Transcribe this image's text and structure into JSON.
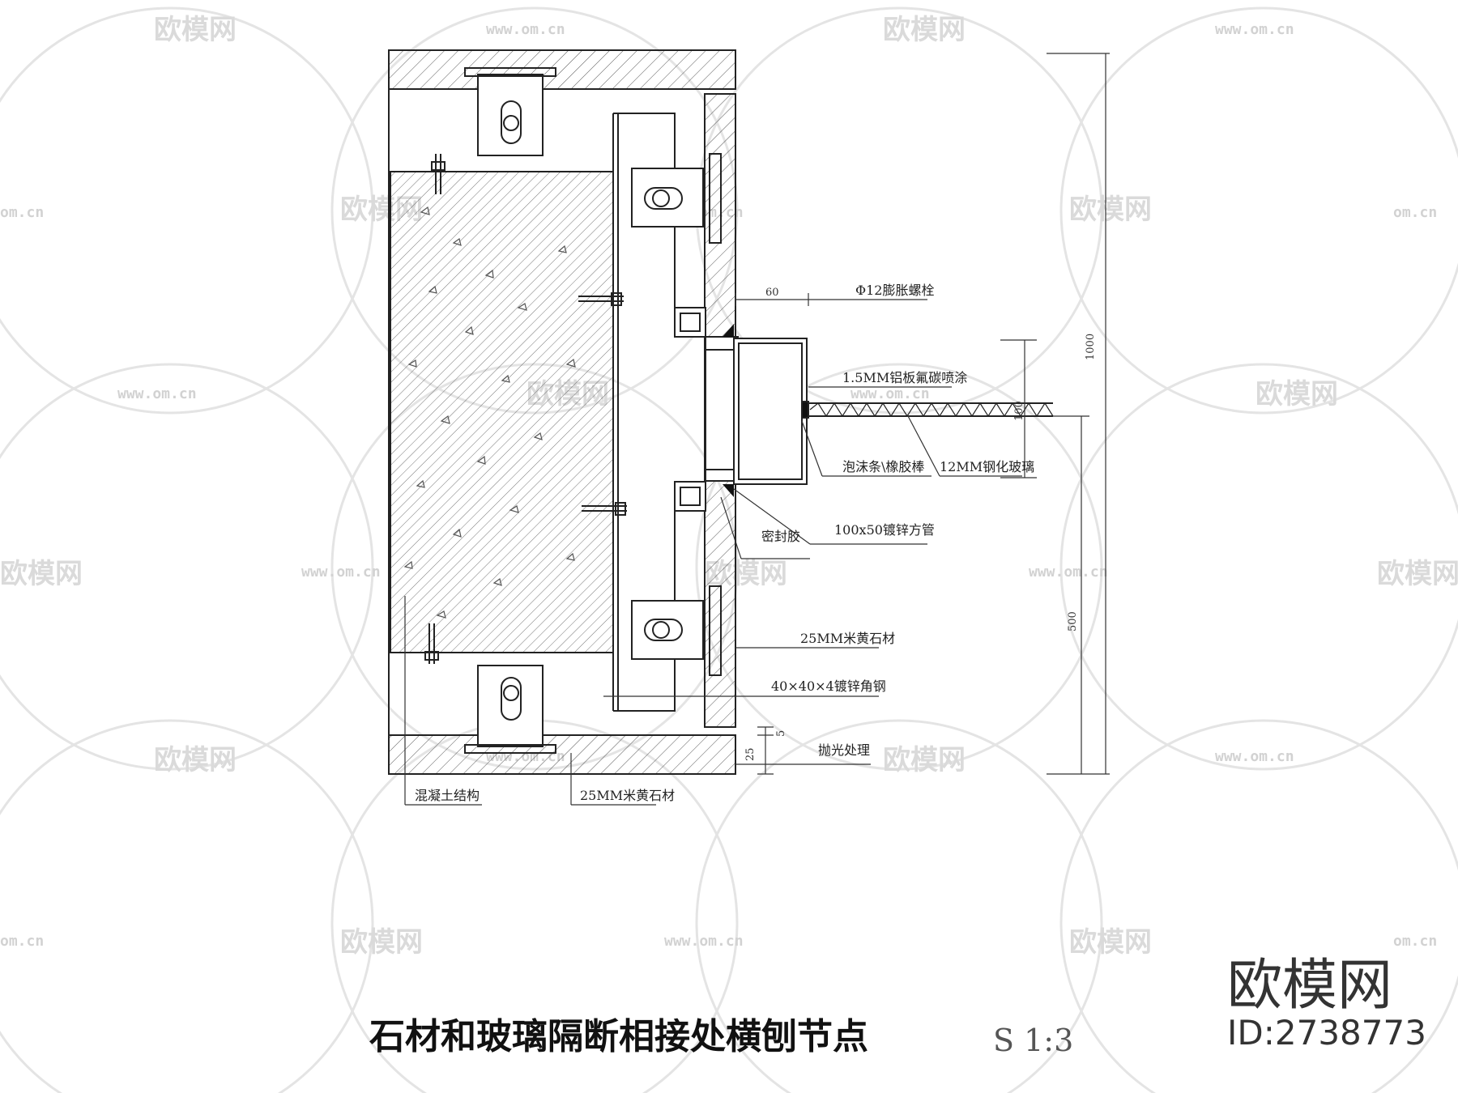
{
  "title": "石材和玻璃隔断相接处横刨节点",
  "scale": "S 1:3",
  "brand": {
    "name": "欧模网",
    "id": "ID:2738773"
  },
  "watermark": {
    "logo_text": "欧模网",
    "url_text": "www.om.cn",
    "url_short": "om.cn"
  },
  "callouts": {
    "bolt": "Φ12膨胀螺栓",
    "aluminum_panel": "1.5MM铝板氟碳喷涂",
    "foam_strip": "泡沫条\\橡胶棒",
    "tempered_glass": "12MM钢化玻璃",
    "sealant": "密封胶",
    "square_tube": "100x50镀锌方管",
    "stone_right": "25MM米黄石材",
    "angle_steel": "40×40×4镀锌角钢",
    "polish": "抛光处理",
    "concrete": "混凝土结构",
    "stone_bottom": "25MM米黄石材"
  },
  "dimensions": {
    "d60": "60",
    "d100": "100",
    "d1000": "1000",
    "d500": "500",
    "d5": "5",
    "d25": "25"
  }
}
